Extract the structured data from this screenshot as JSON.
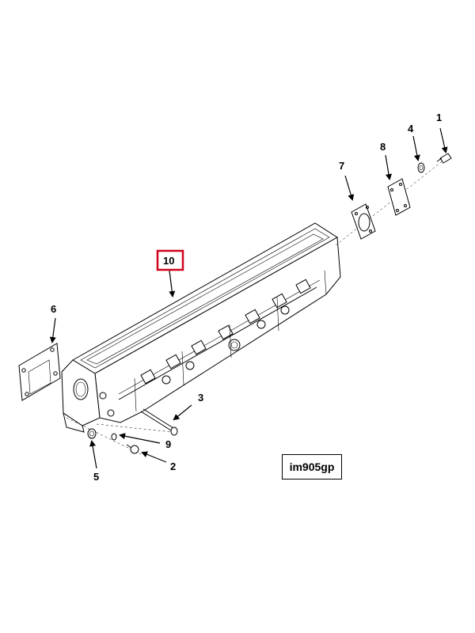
{
  "figure": {
    "reference_code": "im905gp",
    "highlight_color": "#d0021b",
    "callouts": {
      "c1": "1",
      "c2": "2",
      "c3": "3",
      "c4": "4",
      "c5": "5",
      "c6": "6",
      "c7": "7",
      "c8": "8",
      "c9": "9",
      "c10": "10"
    }
  }
}
